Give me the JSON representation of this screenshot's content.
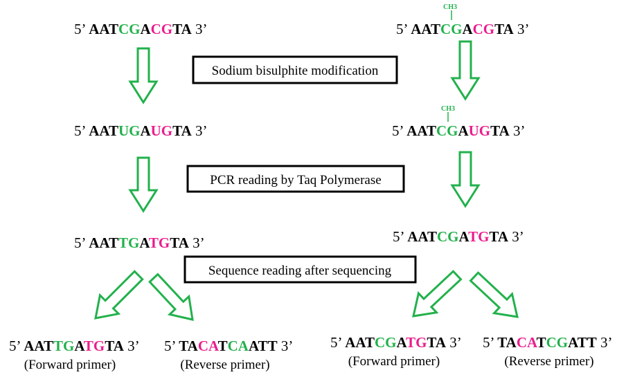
{
  "colors": {
    "green": "#22b14c",
    "pink": "#ec1c8e",
    "black": "#000000",
    "arrow_stroke": "#22b14c"
  },
  "methyl_label": "CH3",
  "boxes": {
    "bisulphite": "Sodium bisulphite modification",
    "pcr": "PCR  reading  by Taq Polymerase",
    "sequencing": "Sequence  reading after  sequencing"
  },
  "sequences": {
    "left_original": {
      "prefix": "5’",
      "suffix": "3’",
      "segments": [
        {
          "text": "AAT",
          "color": "black"
        },
        {
          "text": "CG",
          "color": "green"
        },
        {
          "text": "A",
          "color": "black"
        },
        {
          "text": "CG",
          "color": "pink"
        },
        {
          "text": "TA",
          "color": "black"
        }
      ]
    },
    "right_original": {
      "prefix": "5’",
      "suffix": "3’",
      "segments": [
        {
          "text": "AAT",
          "color": "black"
        },
        {
          "text": "CG",
          "color": "green"
        },
        {
          "text": "A",
          "color": "black"
        },
        {
          "text": "CG",
          "color": "pink"
        },
        {
          "text": "TA",
          "color": "black"
        }
      ]
    },
    "left_bisulphite": {
      "prefix": "5’",
      "suffix": "3’",
      "segments": [
        {
          "text": "AAT",
          "color": "black"
        },
        {
          "text": "UG",
          "color": "green"
        },
        {
          "text": "A",
          "color": "black"
        },
        {
          "text": "UG",
          "color": "pink"
        },
        {
          "text": "TA",
          "color": "black"
        }
      ]
    },
    "right_bisulphite": {
      "prefix": "5’",
      "suffix": "3’",
      "segments": [
        {
          "text": "AAT",
          "color": "black"
        },
        {
          "text": "CG",
          "color": "green"
        },
        {
          "text": "A",
          "color": "black"
        },
        {
          "text": "UG",
          "color": "pink"
        },
        {
          "text": "TA",
          "color": "black"
        }
      ]
    },
    "left_pcr": {
      "prefix": "5’",
      "suffix": "3’",
      "segments": [
        {
          "text": "AAT",
          "color": "black"
        },
        {
          "text": "TG",
          "color": "green"
        },
        {
          "text": "A",
          "color": "black"
        },
        {
          "text": "TG",
          "color": "pink"
        },
        {
          "text": "TA",
          "color": "black"
        }
      ]
    },
    "right_pcr": {
      "prefix": "5’",
      "suffix": "3’",
      "segments": [
        {
          "text": "AAT",
          "color": "black"
        },
        {
          "text": "CG",
          "color": "green"
        },
        {
          "text": "A",
          "color": "black"
        },
        {
          "text": "TG",
          "color": "pink"
        },
        {
          "text": "TA",
          "color": "black"
        }
      ]
    },
    "left_forward": {
      "prefix": "5’",
      "suffix": "3’",
      "segments": [
        {
          "text": "AAT",
          "color": "black"
        },
        {
          "text": "TG",
          "color": "green"
        },
        {
          "text": "A",
          "color": "black"
        },
        {
          "text": "TG",
          "color": "pink"
        },
        {
          "text": "TA",
          "color": "black"
        }
      ]
    },
    "left_reverse": {
      "prefix": "5’",
      "suffix": "3’",
      "segments": [
        {
          "text": "TA",
          "color": "black"
        },
        {
          "text": "CA",
          "color": "pink"
        },
        {
          "text": "T",
          "color": "black"
        },
        {
          "text": "CA",
          "color": "green"
        },
        {
          "text": "ATT",
          "color": "black"
        }
      ]
    },
    "right_forward": {
      "prefix": "5’",
      "suffix": "3’",
      "segments": [
        {
          "text": "AAT",
          "color": "black"
        },
        {
          "text": "CG",
          "color": "green"
        },
        {
          "text": "A",
          "color": "black"
        },
        {
          "text": "TG",
          "color": "pink"
        },
        {
          "text": "TA",
          "color": "black"
        }
      ]
    },
    "right_reverse": {
      "prefix": "5’",
      "suffix": "3’",
      "segments": [
        {
          "text": "TA",
          "color": "black"
        },
        {
          "text": "CA",
          "color": "pink"
        },
        {
          "text": "T",
          "color": "black"
        },
        {
          "text": "CG",
          "color": "green"
        },
        {
          "text": "ATT",
          "color": "black"
        }
      ]
    }
  },
  "labels": {
    "left_forward": "(Forward primer)",
    "left_reverse": "(Reverse primer)",
    "right_forward": "(Forward primer)",
    "right_reverse": "(Reverse primer)"
  }
}
